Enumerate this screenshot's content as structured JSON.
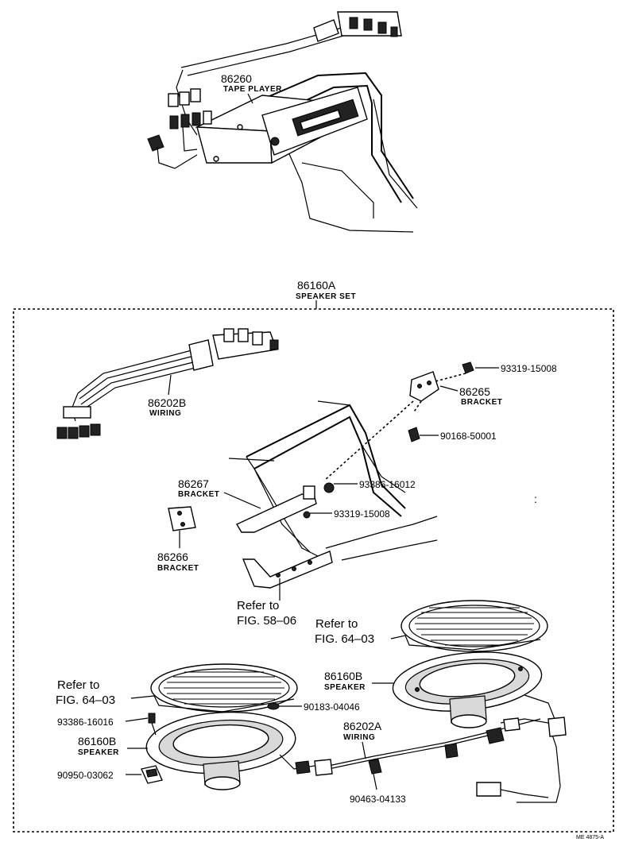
{
  "tape_player": {
    "part": "86260",
    "caption": "TAPE PLAYER"
  },
  "speaker_set": {
    "part": "86160A",
    "caption": "SPEAKER SET"
  },
  "wiring_b": {
    "part": "86202B",
    "caption": "WIRING"
  },
  "bracket_86265": {
    "part": "86265",
    "caption": "BRACKET"
  },
  "bracket_86267": {
    "part": "86267",
    "caption": "BRACKET"
  },
  "bracket_86266": {
    "part": "86266",
    "caption": "BRACKET"
  },
  "bolt_93319_top": {
    "part": "93319-15008"
  },
  "screw_90168": {
    "part": "90168-50001"
  },
  "bolt_93386_upper": {
    "part": "93386-16012"
  },
  "bolt_93319_mid": {
    "part": "93319-15008"
  },
  "ref_58_06": {
    "line1": "Refer to",
    "line2": "FIG. 58–06"
  },
  "ref_64_03_right": {
    "line1": "Refer to",
    "line2": "FIG. 64–03"
  },
  "ref_64_03_left": {
    "line1": "Refer to",
    "line2": "FIG. 64–03"
  },
  "speaker_right": {
    "part": "86160B",
    "caption": "SPEAKER"
  },
  "speaker_left": {
    "part": "86160B",
    "caption": "SPEAKER"
  },
  "nut_90183": {
    "part": "90183-04046"
  },
  "bolt_93386_lower": {
    "part": "93386-16016"
  },
  "wiring_a": {
    "part": "86202A",
    "caption": "WIRING"
  },
  "clip_90950": {
    "part": "90950-03062"
  },
  "clamp_90463": {
    "part": "90463-04133"
  },
  "drawing_code": "ME 4875-A"
}
